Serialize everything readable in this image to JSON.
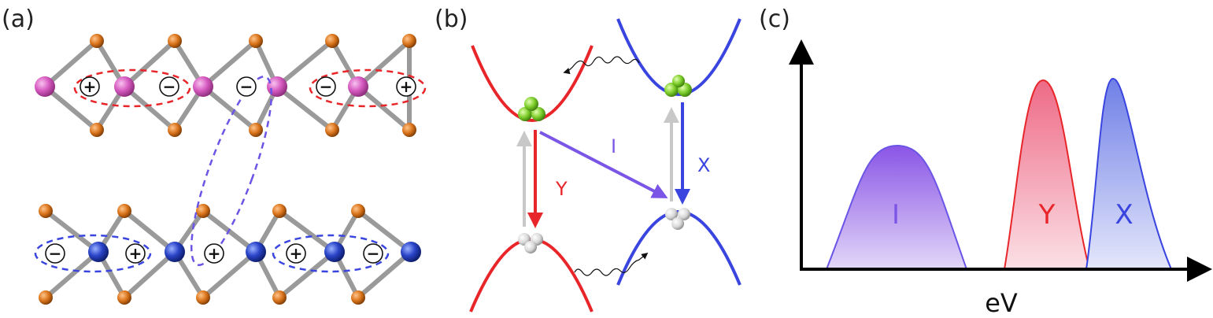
{
  "panels": {
    "a": {
      "label": "(a)",
      "top_signs": [
        "+",
        "−",
        "−",
        "−",
        "+"
      ],
      "bottom_signs": [
        "−",
        "+",
        "+",
        "+",
        "−"
      ]
    },
    "b": {
      "label": "(b)",
      "transitions": {
        "y": "Y",
        "i": "I",
        "x": "X"
      }
    },
    "c": {
      "label": "(c)",
      "peaks": {
        "i": "I",
        "y": "Y",
        "x": "X"
      },
      "xlabel": "eV"
    }
  },
  "colors": {
    "red": "#e8262a",
    "blue": "#3a45e0",
    "violet": "#7a55e6",
    "metal_top": "#e066cc",
    "metal_bottom": "#2a44c8",
    "chalcogen": "#d9731a",
    "exciton": "#7ccd2a",
    "hole": "#d8d8d8"
  }
}
